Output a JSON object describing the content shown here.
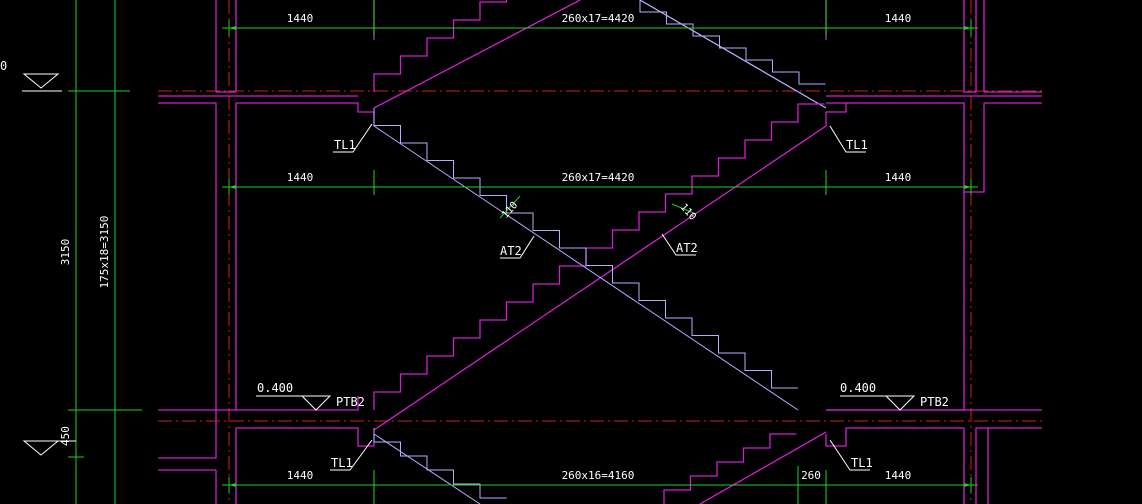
{
  "colors": {
    "background": "#000000",
    "wall": "#d020d0",
    "dimension": "#20d020",
    "stair": "#b0b0ff",
    "axis": "#d02020",
    "text": "#ffffff"
  },
  "dims": {
    "top_left": "1440",
    "top_mid": "260x17=4420",
    "top_right": "1440",
    "mid_left": "1440",
    "mid_mid": "260x17=4420",
    "mid_right": "1440",
    "bot_left": "1440",
    "bot_mid": "260x16=4160",
    "bot_small": "260",
    "bot_right": "1440",
    "vert_3150": "3150",
    "vert_steps": "175x18=3150",
    "vert_450": "450",
    "thick_left": "110",
    "thick_right": "110"
  },
  "labels": {
    "elev_top": "0",
    "tl1_upper_left": "TL1",
    "tl1_upper_right": "TL1",
    "at2_left": "AT2",
    "at2_right": "AT2",
    "elev_left": "0.400",
    "ptb2_left": "PTB2",
    "elev_right": "0.400",
    "ptb2_right": "PTB2",
    "tl1_lower_left": "TL1",
    "tl1_lower_right": "TL1"
  }
}
